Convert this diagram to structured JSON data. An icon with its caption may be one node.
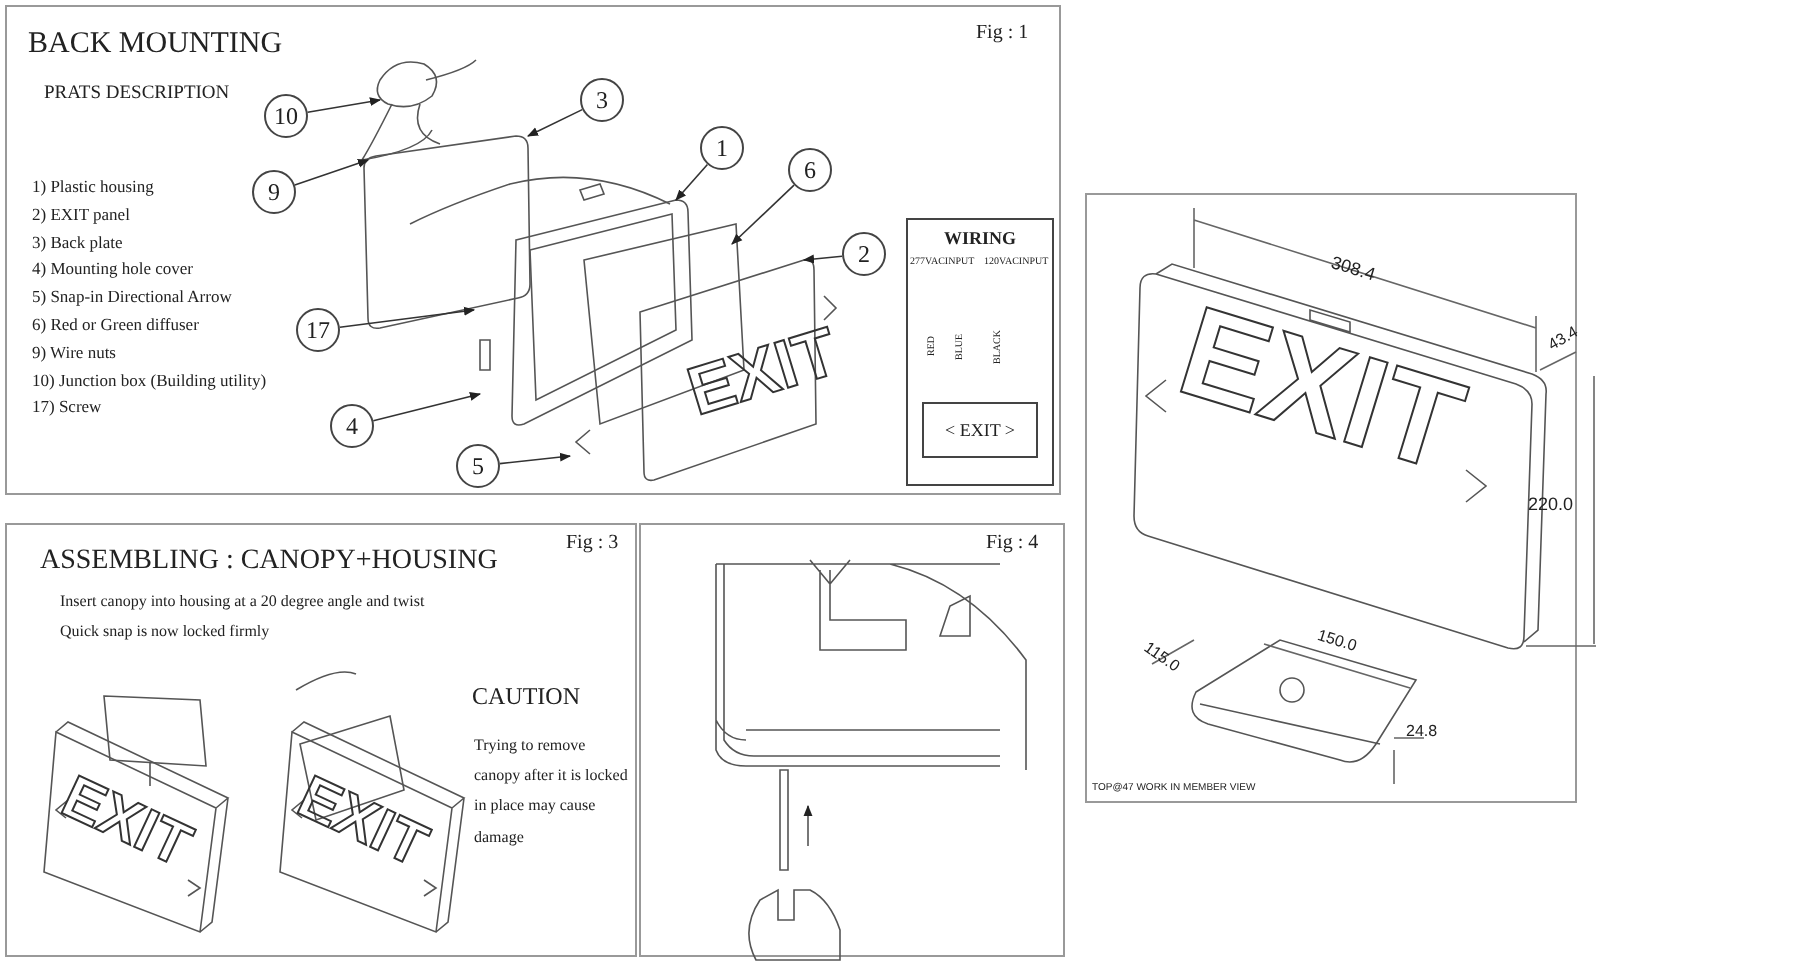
{
  "diagram": {
    "nodes": [
      {
        "text": [
          "3"
        ]
      },
      {
        "text": [
          "10"
        ]
      },
      {
        "text": [
          "1"
        ]
      },
      {
        "text": [
          "6"
        ]
      },
      {
        "text": [
          "9"
        ]
      },
      {
        "text": [
          "2"
        ]
      },
      {
        "text": [
          "17"
        ]
      },
      {
        "text": [
          "4"
        ]
      },
      {
        "text": [
          "5"
        ]
      },
      {
        "text": [
          "WIRING"
        ]
      },
      {
        "text": [
          "< EXIT >"
        ],
        "in": 9
      }
    ],
    "edges": [
      {
        "from": 0,
        "to": null,
        "arrow": "to"
      },
      {
        "from": 1,
        "to": null,
        "arrow": "to"
      },
      {
        "from": 2,
        "to": null,
        "arrow": "to"
      },
      {
        "from": 3,
        "to": null,
        "arrow": "to"
      },
      {
        "from": 4,
        "to": null,
        "arrow": "to"
      },
      {
        "from": 5,
        "to": null,
        "arrow": "to"
      },
      {
        "from": 6,
        "to": null,
        "arrow": "to"
      },
      {
        "from": 7,
        "to": null,
        "arrow": "to"
      },
      {
        "from": 8,
        "to": null,
        "arrow": "to"
      }
    ],
    "labels": [
      "BACK MOUNTING",
      "PRATS DESCRIPTION",
      "Fig : 1",
      "1) Plastic housing",
      "2) EXIT panel",
      "3) Back plate",
      "4) Mounting hole cover",
      "5) Snap-in Directional Arrow",
      "6) Red or Green diffuser",
      "9) Wire nuts",
      "10) Junction box (Building utility)",
      "17) Screw",
      "277VACINPUT",
      "120VACINPUT",
      "RED",
      "BLUE",
      "BLACK",
      "EXIT",
      "ASSEMBLING : CANOPY+HOUSING",
      "Fig : 3",
      "Insert canopy into housing at a 20 degree angle and twist",
      "Quick snap is now locked firmly",
      "CAUTION",
      "Trying to remove canopy after it is locked in place may cause damage",
      "EXIT",
      "EXIT",
      "Fig : 4",
      "308.4",
      "43.4",
      "220.0",
      "115.0",
      "150.0",
      "24.8",
      "EXIT",
      "TOP@47 WORK IN MEMBER VIEW"
    ]
  }
}
